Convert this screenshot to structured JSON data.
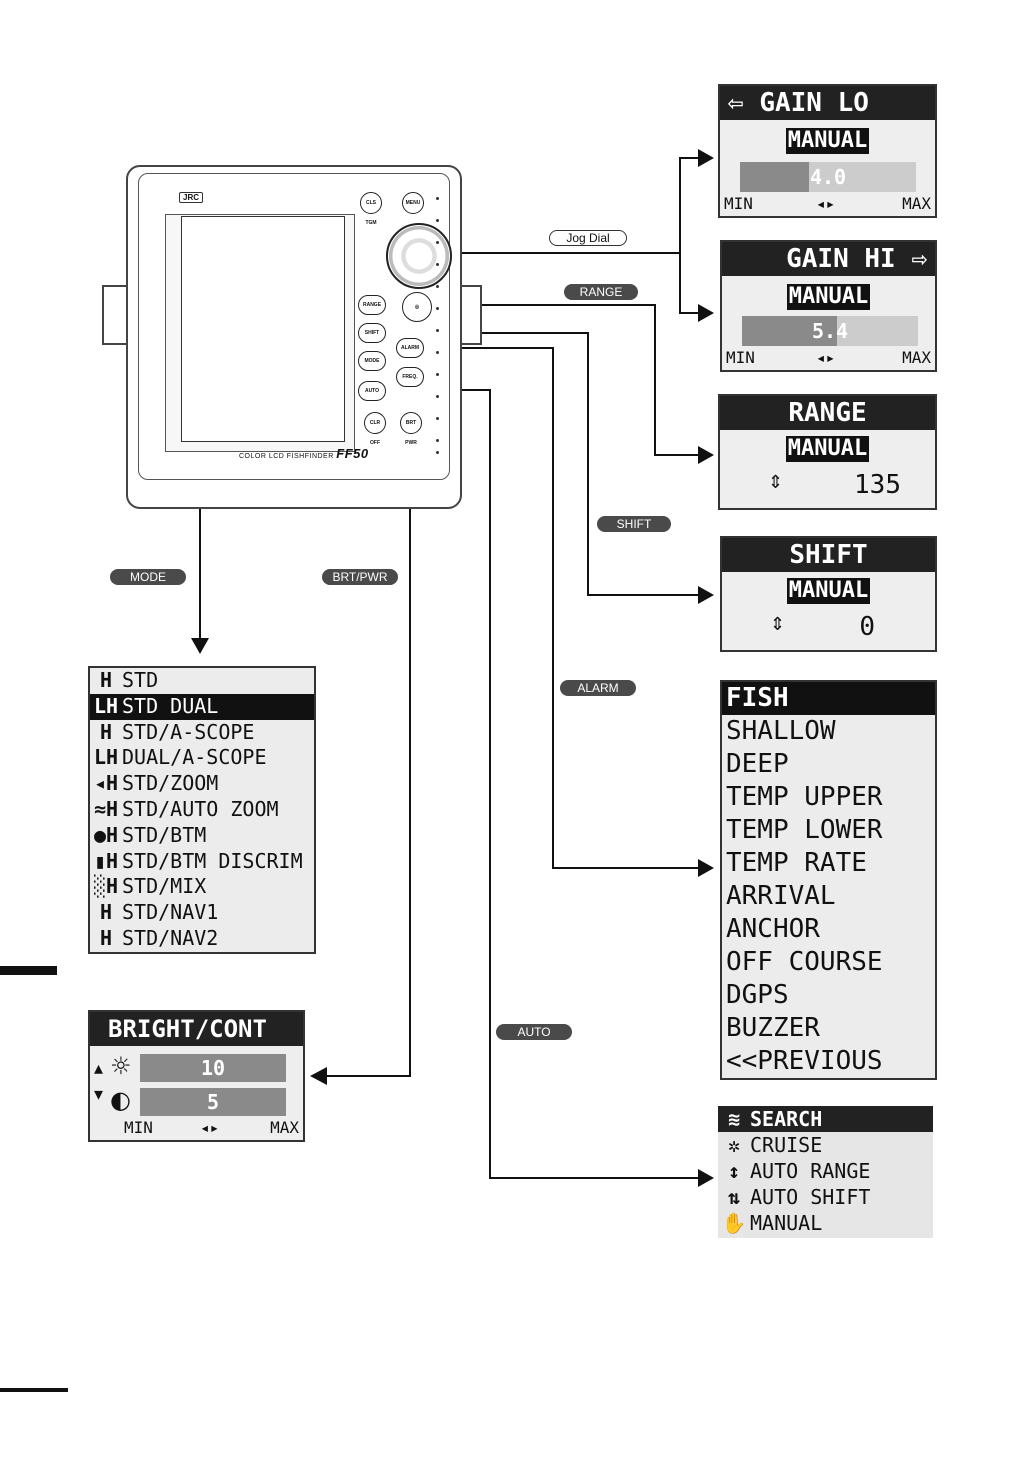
{
  "device": {
    "logo": "JRC",
    "model_prefix": "COLOR LCD FISHFINDER",
    "model": "FF50",
    "buttons": {
      "cls_tgm": "CLS TGM",
      "menu": "MENU",
      "range": "RANGE",
      "shift": "SHIFT",
      "alarm": "ALARM",
      "mode": "MODE",
      "freq": "FREQ.",
      "auto": "AUTO",
      "clr_off": "CLR OFF",
      "brt_pwr": "BRT PWR"
    }
  },
  "labels": {
    "jog_dial": "Jog Dial",
    "range": "RANGE",
    "shift": "SHIFT",
    "mode": "MODE",
    "brt_pwr": "BRT/PWR",
    "alarm": "ALARM",
    "auto": "AUTO"
  },
  "gain_lo": {
    "title": "GAIN LO",
    "mode": "MANUAL",
    "value": "4.0",
    "level": 0.39,
    "min": "MIN",
    "max": "MAX"
  },
  "gain_hi": {
    "title": "GAIN HI",
    "mode": "MANUAL",
    "value": "5.4",
    "level": 0.54,
    "min": "MIN",
    "max": "MAX"
  },
  "range_panel": {
    "title": "RANGE",
    "mode": "MANUAL",
    "value": "135"
  },
  "shift_panel": {
    "title": "SHIFT",
    "mode": "MANUAL",
    "value": "0"
  },
  "mode_menu": {
    "items": [
      {
        "icon": "H",
        "label": "STD"
      },
      {
        "icon": "LH",
        "label": "STD DUAL",
        "selected": true
      },
      {
        "icon": "H",
        "label": "STD/A-SCOPE"
      },
      {
        "icon": "LH",
        "label": "DUAL/A-SCOPE"
      },
      {
        "icon": "◂H",
        "label": "STD/ZOOM"
      },
      {
        "icon": "≈H",
        "label": "STD/AUTO ZOOM"
      },
      {
        "icon": "●H",
        "label": "STD/BTM"
      },
      {
        "icon": "▮H",
        "label": "STD/BTM DISCRIM"
      },
      {
        "icon": "░H",
        "label": "STD/MIX"
      },
      {
        "icon": "H",
        "label": "STD/NAV1"
      },
      {
        "icon": "H",
        "label": "STD/NAV2"
      }
    ]
  },
  "bright_cont": {
    "title": "BRIGHT/CONT",
    "bright": "10",
    "bright_level": 1.0,
    "cont": "5",
    "cont_level": 1.0,
    "min": "MIN",
    "max": "MAX"
  },
  "alarm_menu": {
    "items": [
      "FISH",
      "SHALLOW",
      "DEEP",
      "TEMP UPPER",
      "TEMP LOWER",
      "TEMP RATE",
      "ARRIVAL",
      "ANCHOR",
      "OFF COURSE",
      "DGPS",
      "BUZZER",
      "<<PREVIOUS"
    ]
  },
  "auto_menu": {
    "items": [
      {
        "icon": "≋",
        "label": "SEARCH",
        "selected": true
      },
      {
        "icon": "✲",
        "label": "CRUISE"
      },
      {
        "icon": "↕",
        "label": "AUTO RANGE"
      },
      {
        "icon": "⇅",
        "label": "AUTO SHIFT"
      },
      {
        "icon": "✋",
        "label": "MANUAL"
      }
    ]
  }
}
